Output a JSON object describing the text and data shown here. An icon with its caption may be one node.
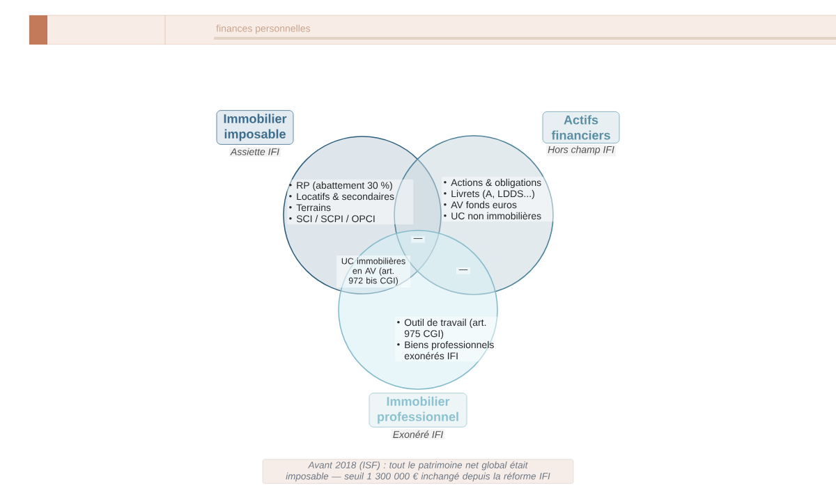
{
  "diagram": {
    "nodes": [
      {
        "text": [
          "RP (abattement 30 %)",
          "Locatifs & secondaires",
          "Terrains",
          "SCI / SCPI / OPCI"
        ]
      },
      {
        "text": [
          "Actions & obligations",
          "Livrets (A, LDDS...)",
          "AV fonds euros",
          "UC non immobilières"
        ]
      },
      {
        "text": [
          "Outil de travail (art. 975 CGI)",
          "Biens professionnels exonérés IFI"
        ]
      },
      {
        "text": [
          "Immobilier imposable"
        ],
        "beside": [
          "Assiette IFI"
        ]
      },
      {
        "text": [
          "Actifs financiers"
        ],
        "beside": [
          "Hors champ IFI"
        ]
      },
      {
        "text": [
          "Immobilier professionnel"
        ],
        "beside": [
          "Exonéré IFI"
        ]
      },
      {
        "text": [
          "Avant 2018 (ISF) : tout le patrimoine net global était imposable — seuil 1 300 000 € inchangé depuis la réforme IFI"
        ]
      }
    ],
    "edges": [],
    "labels": [
      "finances personnelles",
      "—",
      "UC immobilières en AV (art. 972 bis CGI)",
      "—"
    ]
  }
}
